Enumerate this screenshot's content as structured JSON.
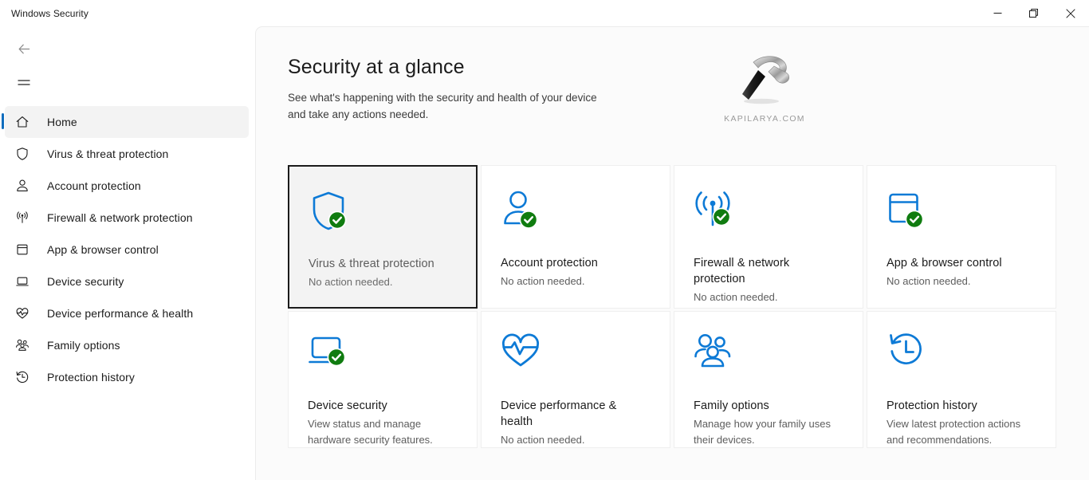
{
  "window": {
    "title": "Windows Security",
    "controls": [
      {
        "name": "minimize",
        "label": "Minimize"
      },
      {
        "name": "restore",
        "label": "Restore"
      },
      {
        "name": "close",
        "label": "Close"
      }
    ]
  },
  "sidebar": {
    "back_label": "Back",
    "menu_label": "Navigation menu",
    "items": [
      {
        "label": "Home",
        "icon": "home-icon",
        "active": true
      },
      {
        "label": "Virus & threat protection",
        "icon": "shield-icon",
        "active": false
      },
      {
        "label": "Account protection",
        "icon": "person-icon",
        "active": false
      },
      {
        "label": "Firewall & network protection",
        "icon": "wifi-icon",
        "active": false
      },
      {
        "label": "App & browser control",
        "icon": "window-icon",
        "active": false
      },
      {
        "label": "Device security",
        "icon": "laptop-icon",
        "active": false
      },
      {
        "label": "Device performance & health",
        "icon": "heart-pulse-icon",
        "active": false
      },
      {
        "label": "Family options",
        "icon": "people-icon",
        "active": false
      },
      {
        "label": "Protection history",
        "icon": "history-clock-icon",
        "active": false
      }
    ]
  },
  "main": {
    "title": "Security at a glance",
    "subtitle": "See what's happening with the security and health of your device and take any actions needed.",
    "watermark": {
      "icon": "hammer-icon",
      "text": "KAPILARYA.COM"
    },
    "cards": [
      {
        "title": "Virus & threat protection",
        "desc": "No action needed.",
        "icon": "shield-check-icon",
        "badge": "check",
        "focused": true
      },
      {
        "title": "Account protection",
        "desc": "No action needed.",
        "icon": "person-check-icon",
        "badge": "check",
        "focused": false
      },
      {
        "title": "Firewall & network protection",
        "desc": "No action needed.",
        "icon": "wifi-check-icon",
        "badge": "check",
        "focused": false
      },
      {
        "title": "App & browser control",
        "desc": "No action needed.",
        "icon": "window-check-icon",
        "badge": "check",
        "focused": false
      },
      {
        "title": "Device security",
        "desc": "View status and manage hardware security features.",
        "icon": "laptop-check-icon",
        "badge": "check",
        "focused": false
      },
      {
        "title": "Device performance & health",
        "desc": "No action needed.",
        "icon": "heart-pulse-icon",
        "badge": "none",
        "focused": false
      },
      {
        "title": "Family options",
        "desc": "Manage how your family uses their devices.",
        "icon": "people-icon",
        "badge": "none",
        "focused": false
      },
      {
        "title": "Protection history",
        "desc": "View latest protection actions and recommendations.",
        "icon": "history-clock-icon",
        "badge": "none",
        "focused": false
      }
    ]
  },
  "colors": {
    "accent_blue": "#0f6cbd",
    "icon_blue": "#0d7ad6",
    "status_green": "#107c10",
    "panel_bg": "#fbfbfb",
    "card_bg": "#ffffff",
    "focus_border": "#1b1b1b"
  }
}
